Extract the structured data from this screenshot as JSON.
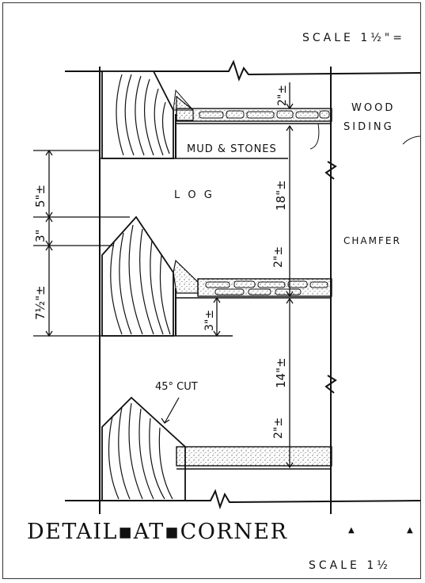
{
  "drawing": {
    "scale_top": "SCALE 1½\"=",
    "scale_bottom": "SCALE 1½",
    "title": "DETAIL▪AT▪CORNER",
    "labels": {
      "wood_siding_1": "WOOD",
      "wood_siding_2": "SIDING",
      "mud_stones": "MUD & STONES",
      "log": "L O G",
      "chamfer": "CHAMFER",
      "cut": "45° CUT"
    },
    "dimensions": {
      "d_2_top": "2\"±",
      "d_18": "18\"±",
      "d_2_mid": "2\"±",
      "d_3_small": "3\"±",
      "d_14": "14\"±",
      "d_2_bot": "2\"±",
      "left_5": "5\"±",
      "left_3": "3\"",
      "left_7": "7½\"±"
    },
    "ink_color": "#111111"
  }
}
